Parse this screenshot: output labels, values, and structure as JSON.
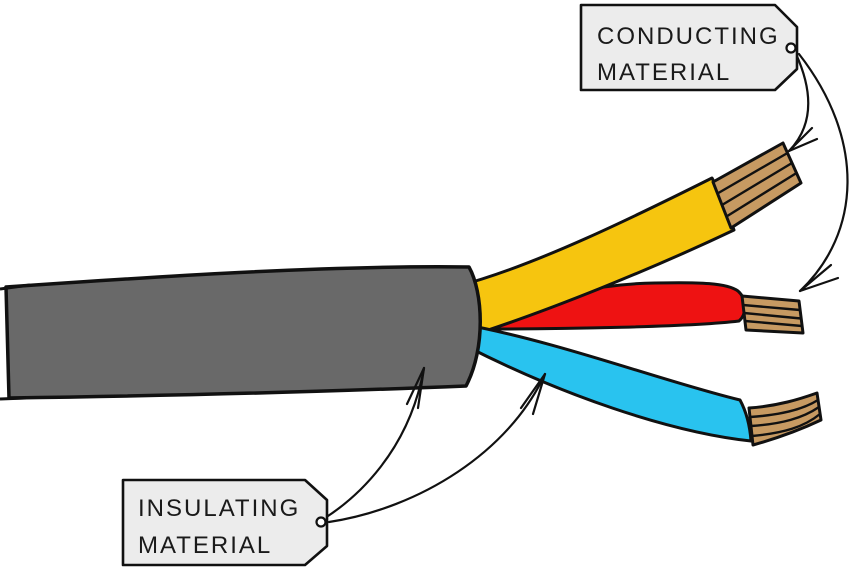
{
  "diagram": {
    "subject": "stripped electrical cable",
    "tags": {
      "conducting": {
        "line1": "CONDUCTING",
        "line2": "MATERIAL"
      },
      "insulating": {
        "line1": "INSULATING",
        "line2": "MATERIAL"
      }
    },
    "icons": {
      "tag_hole": "tag-hole-icon",
      "arrow": "curved-arrow-icon"
    }
  },
  "colors": {
    "background": "#ffffff",
    "outline": "#111111",
    "cable_sheath_gray": "#696969",
    "wire_yellow": "#F6C50F",
    "wire_red": "#EE1212",
    "wire_blue": "#29C3EF",
    "copper_strands": "#C79A62",
    "tag_fill": "#ECECEC",
    "tag_border": "#111111",
    "tag_text": "#1a1a1a",
    "arrow_stroke": "#111111"
  }
}
